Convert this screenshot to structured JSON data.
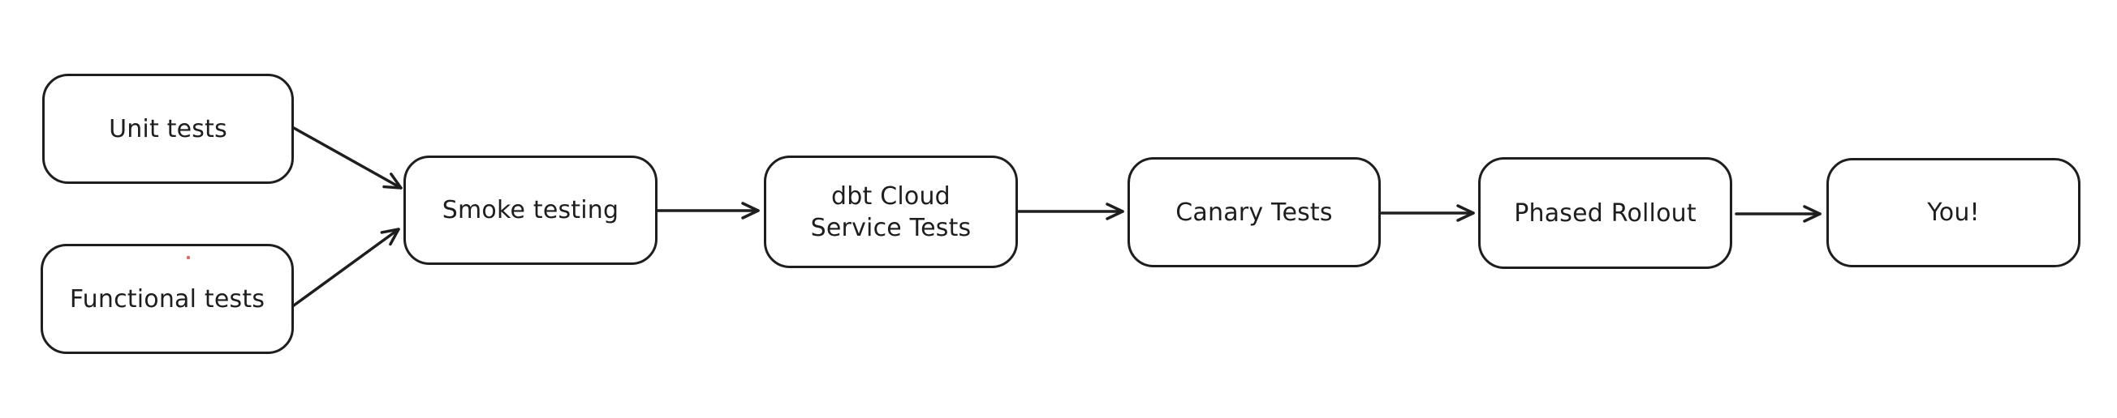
{
  "diagram": {
    "type": "flowchart",
    "style": "hand-drawn",
    "background_color": "#ffffff",
    "stroke_color": "#1e1e1e",
    "text_color": "#1e1e1e",
    "artifact_dot_color": "#e0685e"
  },
  "nodes": [
    {
      "id": "unit-tests",
      "label": "Unit tests"
    },
    {
      "id": "functional-tests",
      "label": "Functional tests"
    },
    {
      "id": "smoke-testing",
      "label": "Smoke testing"
    },
    {
      "id": "dbt-cloud-service-tests",
      "label": "dbt Cloud\nService Tests"
    },
    {
      "id": "canary-tests",
      "label": "Canary Tests"
    },
    {
      "id": "phased-rollout",
      "label": "Phased Rollout"
    },
    {
      "id": "you",
      "label": "You!"
    }
  ],
  "edges": [
    {
      "from": "unit-tests",
      "to": "smoke-testing"
    },
    {
      "from": "functional-tests",
      "to": "smoke-testing"
    },
    {
      "from": "smoke-testing",
      "to": "dbt-cloud-service-tests"
    },
    {
      "from": "dbt-cloud-service-tests",
      "to": "canary-tests"
    },
    {
      "from": "canary-tests",
      "to": "phased-rollout"
    },
    {
      "from": "phased-rollout",
      "to": "you"
    }
  ]
}
